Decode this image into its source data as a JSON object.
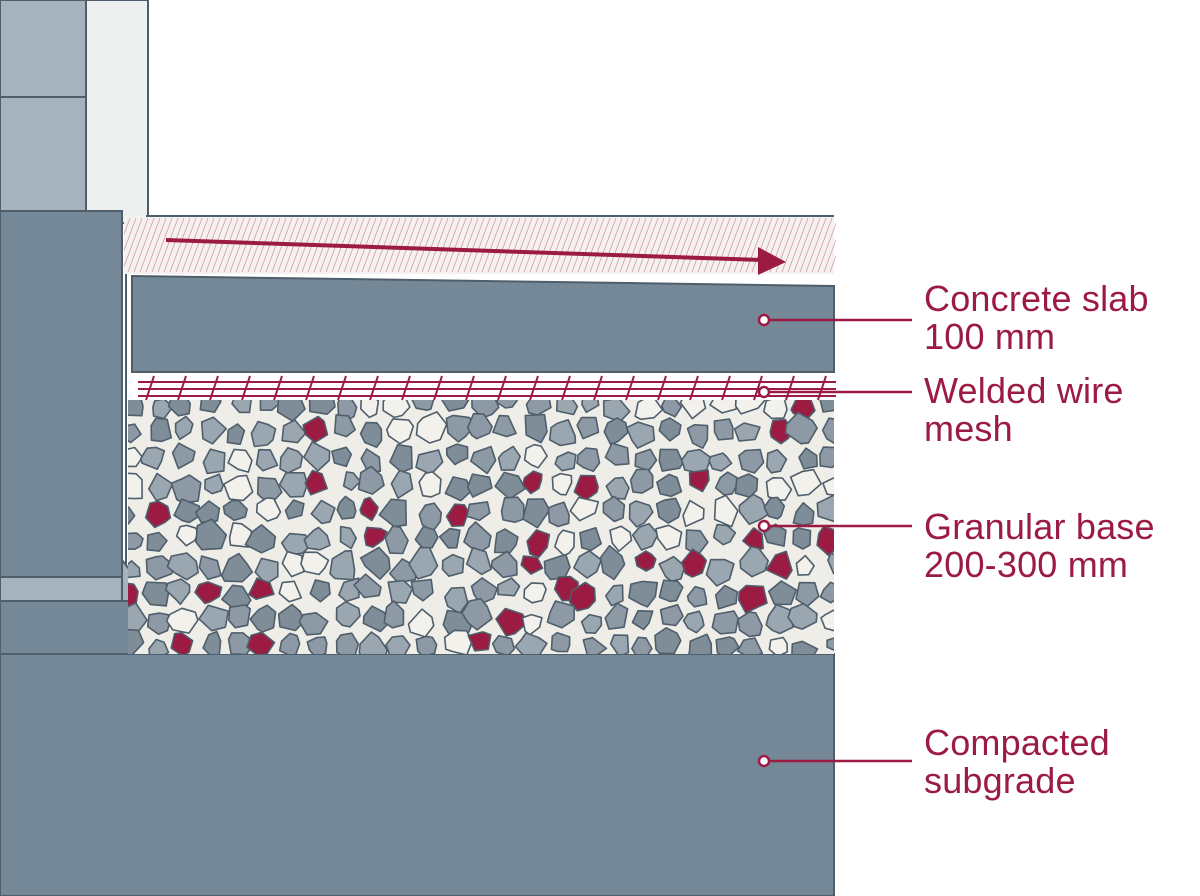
{
  "colors": {
    "slab": "#758897",
    "outline": "#4f5e6b",
    "accent": "#9b1b42",
    "fill_light": "#eeede8",
    "stone": "#8d9aa5",
    "wall": "#a7b3bc",
    "trim": "#eef0ef"
  },
  "layers": [
    {
      "id": "slab",
      "label_lines": [
        "Concrete slab",
        "100 mm"
      ]
    },
    {
      "id": "mesh",
      "label_lines": [
        "Welded wire",
        "mesh"
      ]
    },
    {
      "id": "base",
      "label_lines": [
        "Granular base",
        "200-300 mm"
      ]
    },
    {
      "id": "subgrade",
      "label_lines": [
        "Compacted",
        "subgrade"
      ]
    }
  ]
}
